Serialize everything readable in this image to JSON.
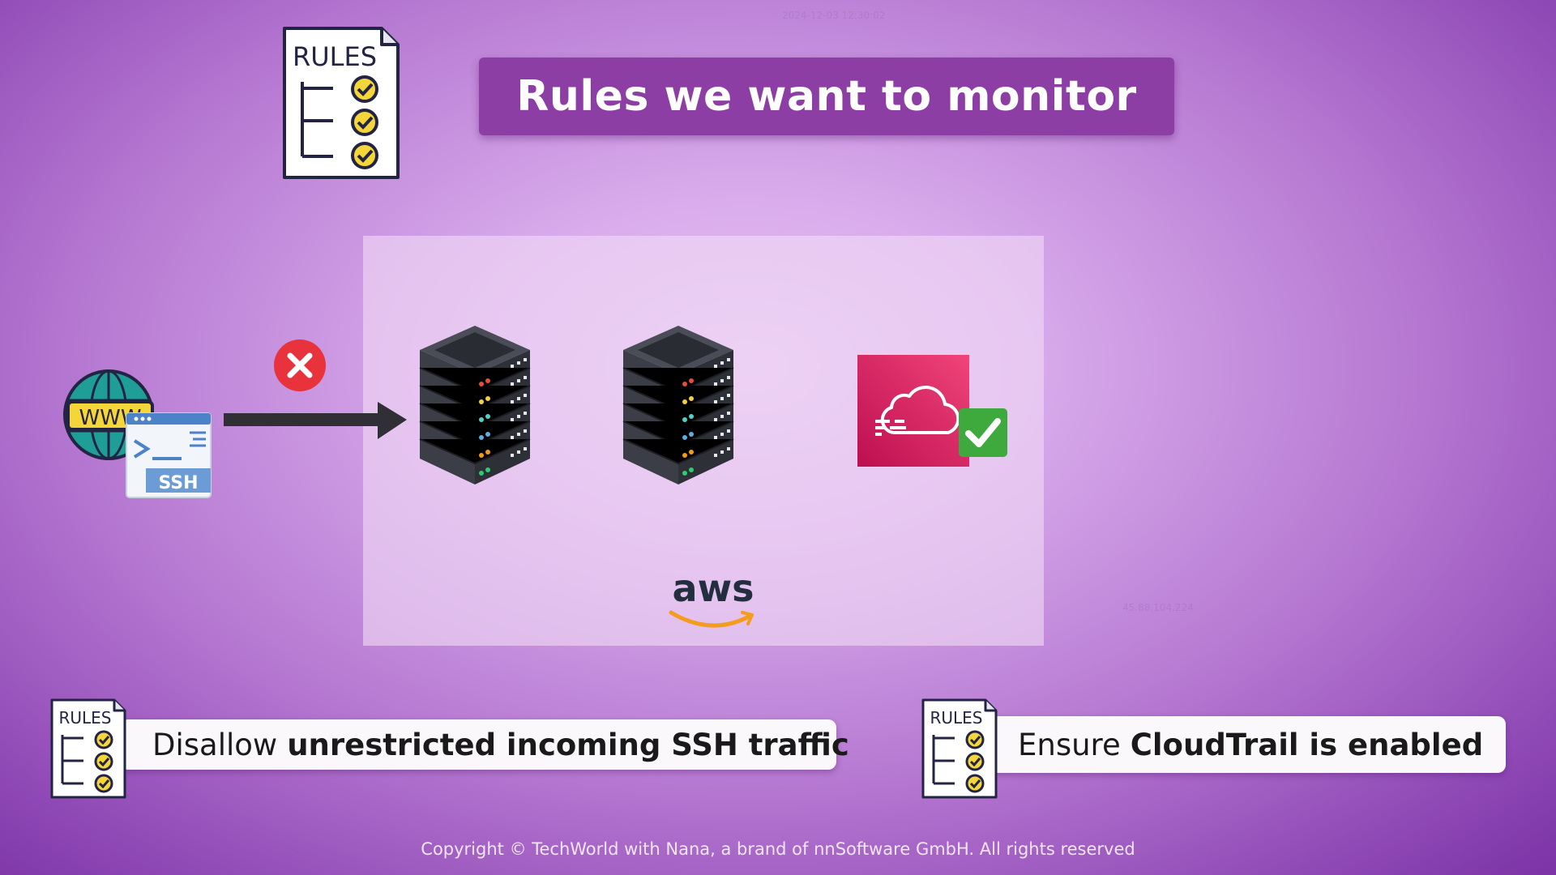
{
  "title": "Rules we want to monitor",
  "rules_icon_label": "RULES",
  "www_label": "WWW",
  "ssh_label": "SSH",
  "aws_label": "aws",
  "rules": [
    {
      "normal": "Disallow",
      "strong": "unrestricted incoming SSH traffic"
    },
    {
      "normal": "Ensure",
      "strong": "CloudTrail is enabled"
    }
  ],
  "copyright": "Copyright © TechWorld with Nana, a brand of nnSoftware GmbH. All rights reserved",
  "timestamp": "2024-12-03 12:30:02",
  "ip_watermark": "45.88.104.224",
  "colors": {
    "banner": "#8c3ea4",
    "blocked": "#e8323c",
    "allowed": "#3eaa3e",
    "cloudtrail": "#d5205f",
    "aws_smile": "#f39c1d"
  },
  "icons": [
    "rules-checklist-icon",
    "www-globe-icon",
    "ssh-terminal-icon",
    "arrow-right-icon",
    "blocked-x-icon",
    "server-rack-icon",
    "cloudtrail-icon",
    "check-icon",
    "aws-logo"
  ]
}
